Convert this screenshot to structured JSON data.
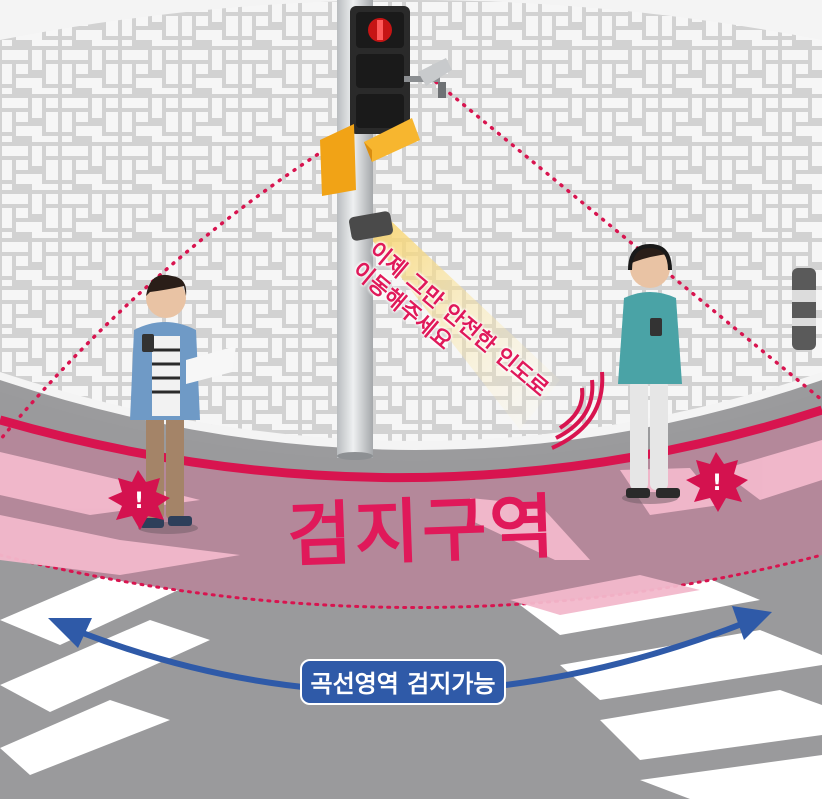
{
  "scene": {
    "zone_label": "검지구역",
    "curve_label": "곡선영역 검지가능",
    "speech_line_1": "이제 그만 안전한 인도로",
    "speech_line_2": "이동해주세요",
    "alert_glyph": "!"
  },
  "colors": {
    "zone_fill": "#b4889a",
    "zone_border": "#d8144f",
    "crosswalk_pink": "#f3b9cc",
    "road": "#9a9a9c",
    "sidewalk": "#dcdcdc",
    "arrow_blue": "#2f5aa8",
    "alert_red": "#d4124f",
    "sensor_orange": "#f1a316"
  },
  "icons": [
    "traffic-light-icon",
    "cctv-camera-icon",
    "speaker-icon",
    "sound-wave-icon",
    "alert-burst-icon",
    "bollard-icon"
  ]
}
